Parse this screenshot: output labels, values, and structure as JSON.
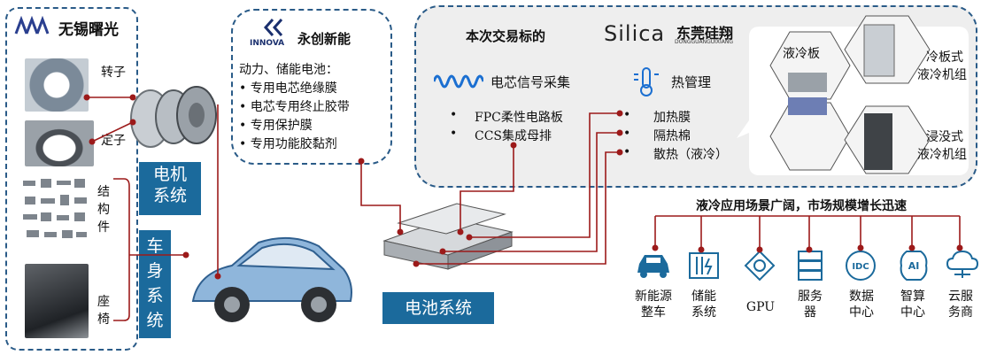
{
  "left_panel": {
    "company": "无锡曙光",
    "rotor_label": "转子",
    "stator_label": "定子",
    "structure_label": [
      "结",
      "构",
      "件"
    ],
    "seat_label": [
      "座",
      "椅"
    ],
    "motor_system": [
      "电机",
      "系统"
    ],
    "body_system": [
      "车",
      "身",
      "系",
      "统"
    ]
  },
  "innova_panel": {
    "logo_text": "INNOVA",
    "company": "永创新能",
    "heading": "动力、储能电池：",
    "items": [
      "• 专用电芯绝缘膜",
      "• 电芯专用终止胶带",
      "• 专用保护膜",
      "• 专用功能胶黏剂"
    ]
  },
  "silica_panel": {
    "title": "本次交易标的",
    "brand_en": "Silica",
    "brand_cn": "东莞硅翔",
    "brand_pinyin": "DONGGUANGUIXIANG",
    "signal_title": "电芯信号采集",
    "signal_items": [
      "FPC柔性电路板",
      "CCS集成母排"
    ],
    "thermal_title": "热管理",
    "thermal_items": [
      "加热膜",
      "隔热棉",
      "散热（液冷）"
    ],
    "liquid_plate": "液冷板",
    "cold_plate_unit": [
      "冷板式",
      "液冷机组"
    ],
    "immersion_unit": [
      "浸没式",
      "液冷机组"
    ],
    "bullet": "•"
  },
  "battery_system": "电池系统",
  "applications": {
    "headline": "液冷应用场景广阔，市场规模增长迅速",
    "items": [
      {
        "icon": "car-icon",
        "label": [
          "新能源",
          "整车"
        ]
      },
      {
        "icon": "energy-storage-icon",
        "label": [
          "储能",
          "系统"
        ]
      },
      {
        "icon": "gpu-icon",
        "label": [
          "GPU"
        ]
      },
      {
        "icon": "server-icon",
        "label": [
          "服务",
          "器"
        ]
      },
      {
        "icon": "idc-icon",
        "label": [
          "数据",
          "中心"
        ]
      },
      {
        "icon": "ai-icon",
        "label": [
          "智算",
          "中心"
        ]
      },
      {
        "icon": "cloud-icon",
        "label": [
          "云服",
          "务商"
        ]
      }
    ]
  },
  "icon_text": {
    "idc": "IDC",
    "ai": "AI"
  },
  "colors": {
    "accent_blue": "#1b6a9c",
    "dash_blue": "#2a5b88",
    "connector_red": "#9c1a1a",
    "panel_gray": "#eeeeee"
  }
}
